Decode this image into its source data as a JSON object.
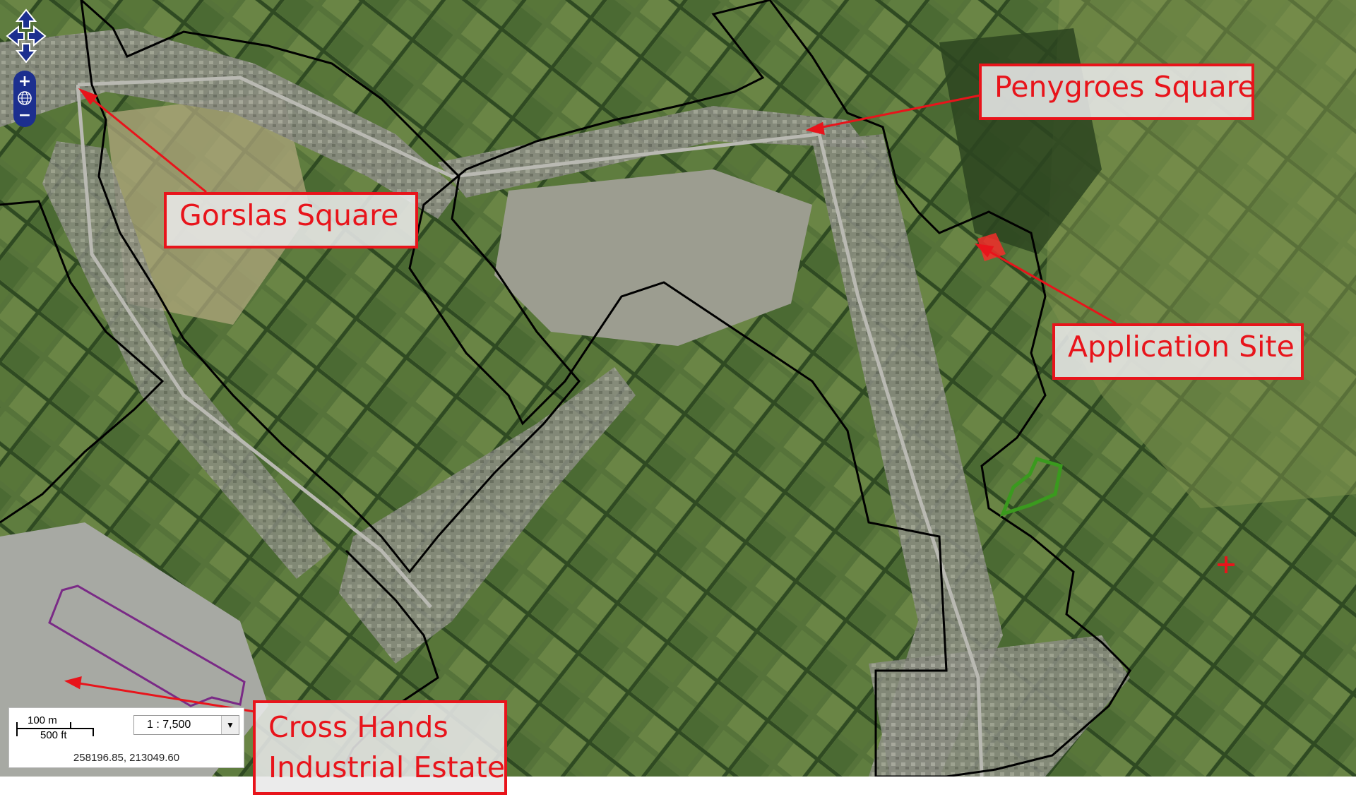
{
  "map": {
    "type": "aerial-photo-with-boundaries",
    "colors": {
      "field_dark": "#3e5a2a",
      "field_light": "#6f8a45",
      "field_pale": "#a3a36a",
      "urban": "#8d8f84",
      "quarry": "#9a9c8e",
      "boundary": "#000000",
      "industrial_boundary": "#7a2a86",
      "application_site": "#ff2a2a",
      "green_marker": "#3a9a1e",
      "annotation": "#e8141b"
    }
  },
  "labels": {
    "gorslas": "Gorslas Square",
    "penygroes": "Penygroes Square",
    "application": "Application Site",
    "cross_hands_line1": "Cross Hands",
    "cross_hands_line2": "Industrial Estate"
  },
  "controls": {
    "pan_icon": "pan-arrows-icon",
    "zoom_in": "+",
    "zoom_out": "−",
    "globe_icon": "globe-icon"
  },
  "scale": {
    "metric": "100 m",
    "imperial": "500 ft",
    "ratio": "1 : 7,500",
    "coordinates": "258196.85, 213049.60"
  }
}
